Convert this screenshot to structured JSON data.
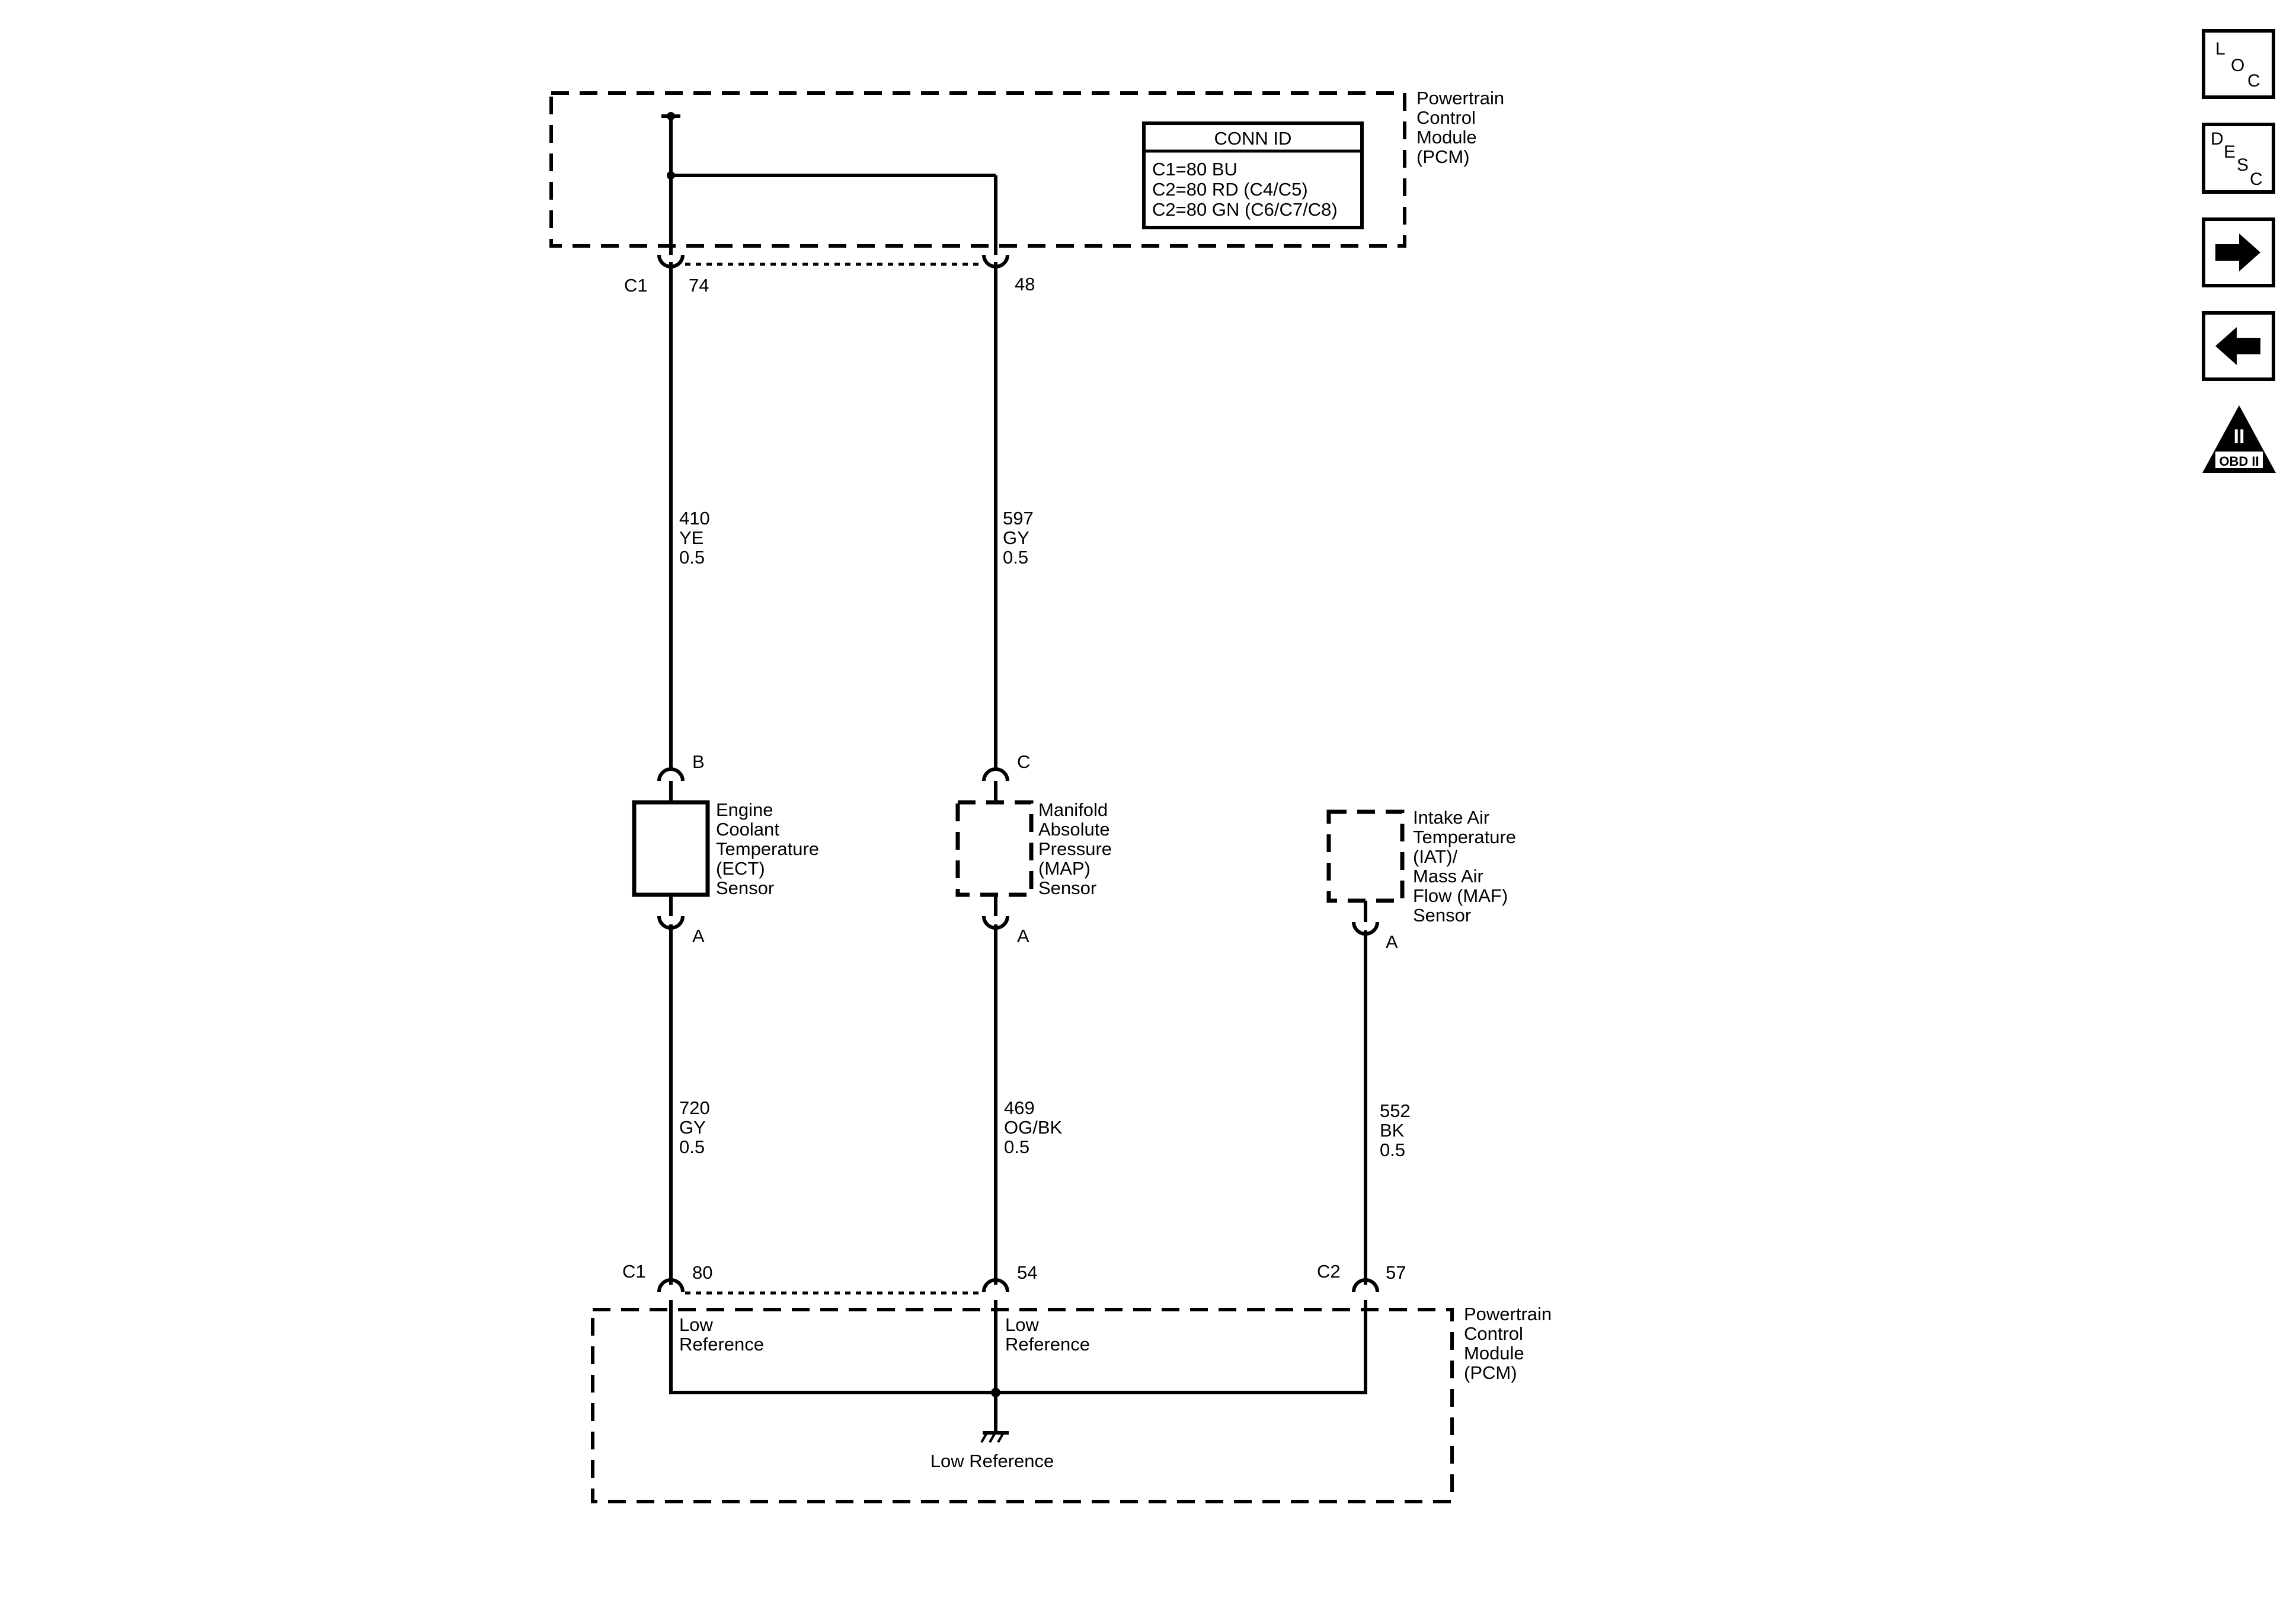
{
  "pcm_top": {
    "name": [
      "Powertrain",
      "Control",
      "Module",
      "(PCM)"
    ]
  },
  "conn_id": {
    "title": "CONN ID",
    "rows": [
      "C1=80 BU",
      "C2=80 RD (C4/C5)",
      "C2=80 GN (C6/C7/C8)"
    ]
  },
  "top_pins": {
    "connector": "C1",
    "pin_ect": "74",
    "pin_map": "48"
  },
  "wires": {
    "ect_signal": [
      "410",
      "YE",
      "0.5"
    ],
    "map_signal": [
      "597",
      "GY",
      "0.5"
    ],
    "ect_low": [
      "720",
      "GY",
      "0.5"
    ],
    "map_low": [
      "469",
      "OG/BK",
      "0.5"
    ],
    "iat_low": [
      "552",
      "BK",
      "0.5"
    ]
  },
  "ect_sensor": {
    "pin_top": "B",
    "pin_bottom": "A",
    "name": [
      "Engine",
      "Coolant",
      "Temperature",
      "(ECT)",
      "Sensor"
    ]
  },
  "map_sensor": {
    "pin_top": "C",
    "pin_bottom": "A",
    "name": [
      "Manifold",
      "Absolute",
      "Pressure",
      "(MAP)",
      "Sensor"
    ]
  },
  "iat_sensor": {
    "pin_bottom": "A",
    "name": [
      "Intake Air",
      "Temperature",
      "(IAT)/",
      "Mass Air",
      "Flow (MAF)",
      "Sensor"
    ]
  },
  "bottom_pins": {
    "connector_c1": "C1",
    "pin_ect": "80",
    "pin_map": "54",
    "connector_c2": "C2",
    "pin_iat": "57"
  },
  "pcm_bottom": {
    "name": [
      "Powertrain",
      "Control",
      "Module",
      "(PCM)"
    ],
    "low_ref_ect": [
      "Low",
      "Reference"
    ],
    "low_ref_map": [
      "Low",
      "Reference"
    ],
    "ground_label": "Low Reference"
  },
  "nav": {
    "loc": [
      "L",
      "O",
      "C"
    ],
    "desc": [
      "D",
      "E",
      "S",
      "C"
    ],
    "next_icon": "arrow-right-icon",
    "prev_icon": "arrow-left-icon",
    "obd_top": "II",
    "obd_label": "OBD II"
  }
}
